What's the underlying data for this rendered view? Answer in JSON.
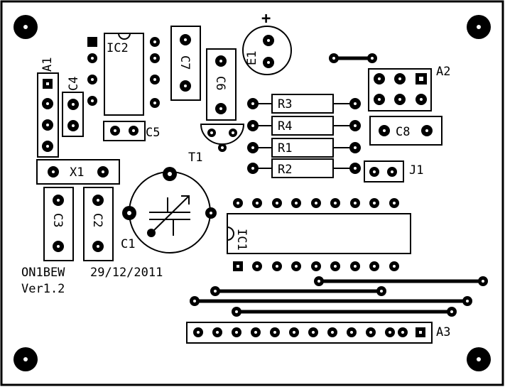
{
  "board": {
    "colors": {
      "ink": "#000000",
      "paper": "#ffffff"
    },
    "author": "ON1BEW",
    "date": "29/12/2011",
    "version": "Ver1.2",
    "plus_sign": "+"
  },
  "labels": {
    "ic2": "IC2",
    "a1": "A1",
    "c4": "C4",
    "c7": "C7",
    "c6": "C6",
    "e1": "E1",
    "a2": "A2",
    "r3": "R3",
    "r4": "R4",
    "r1": "R1",
    "r2": "R2",
    "c8": "C8",
    "j1": "J1",
    "c5": "C5",
    "t1": "T1",
    "x1": "X1",
    "c3": "C3",
    "c2": "C2",
    "c1": "C1",
    "ic1": "IC1",
    "a3": "A3"
  }
}
